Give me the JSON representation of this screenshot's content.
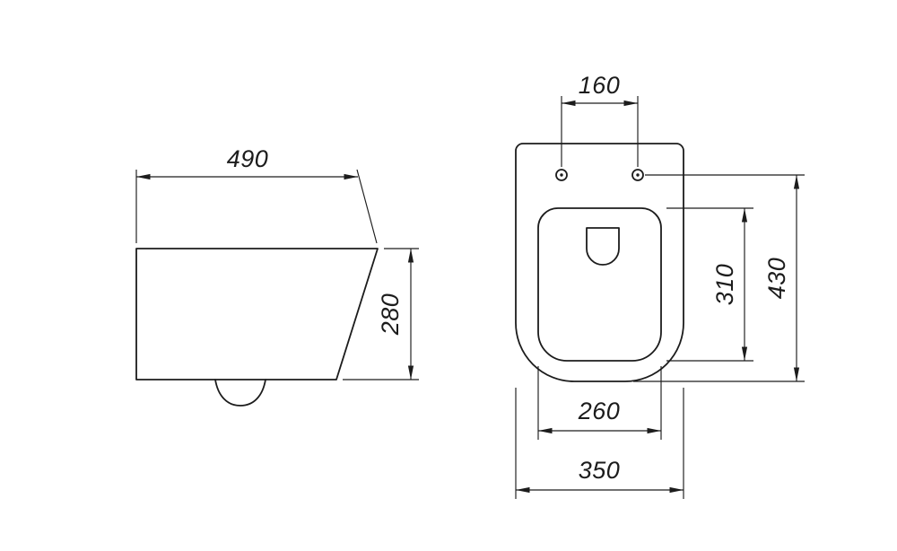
{
  "colors": {
    "line": "#1c1c1c",
    "background": "#ffffff"
  },
  "side_view": {
    "width_label": "490",
    "height_label": "280"
  },
  "top_view": {
    "bolt_spacing_label": "160",
    "inner_depth_label": "310",
    "overall_depth_label": "430",
    "inner_width_label": "260",
    "overall_width_label": "350"
  }
}
